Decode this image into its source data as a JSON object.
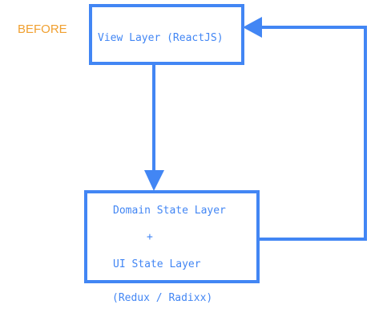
{
  "phase_label": "BEFORE",
  "view_box": {
    "label": "View Layer (ReactJS)"
  },
  "state_box": {
    "line1": "Domain State Layer",
    "line2": "+",
    "line3": "UI State Layer"
  },
  "state_caption": "(Redux / Radixx)",
  "colors": {
    "stroke": "#4286f4",
    "text": "#4286f4",
    "phase_label": "#f0a030"
  }
}
